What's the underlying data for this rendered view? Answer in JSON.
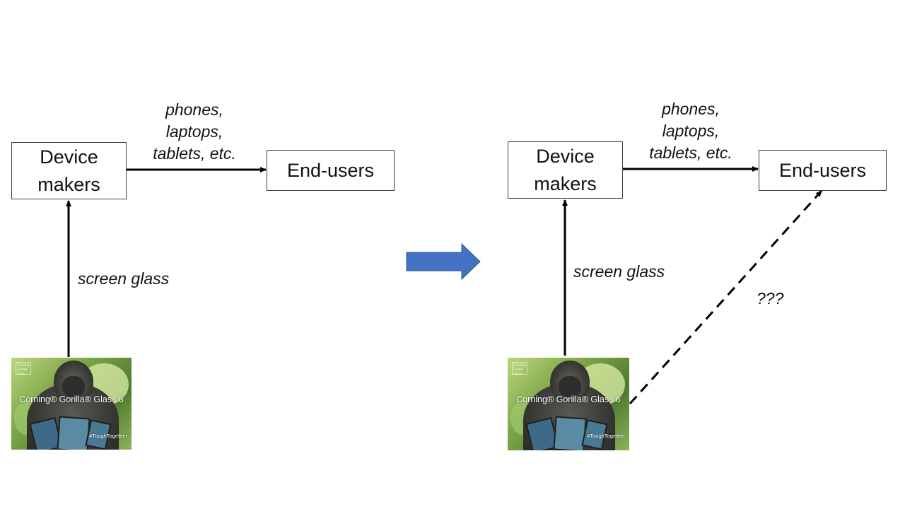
{
  "colors": {
    "box_border": "#3c3c3c",
    "arrow": "#000000",
    "transition_arrow": "#4472c4"
  },
  "left_diagram": {
    "device_makers": "Device\nmakers",
    "end_users": "End-users",
    "product_label": "phones,\nlaptops,\ntablets, etc.",
    "supply_label": "screen glass",
    "image": {
      "icon": "gorilla-glass-ad-image",
      "corner_text": "Corning Gorilla Glass",
      "brand_text": "Corning® Gorilla® Glass 6",
      "tagline_text": "#ToughTogether"
    }
  },
  "right_diagram": {
    "device_makers": "Device\nmakers",
    "end_users": "End-users",
    "product_label": "phones,\nlaptops,\ntablets, etc.",
    "supply_label": "screen glass",
    "direct_label": "???",
    "image": {
      "icon": "gorilla-glass-ad-image",
      "corner_text": "Corning Gorilla Glass",
      "brand_text": "Corning® Gorilla® Glass 6",
      "tagline_text": "#ToughTogether"
    }
  },
  "transition": {
    "icon": "right-block-arrow-icon"
  }
}
